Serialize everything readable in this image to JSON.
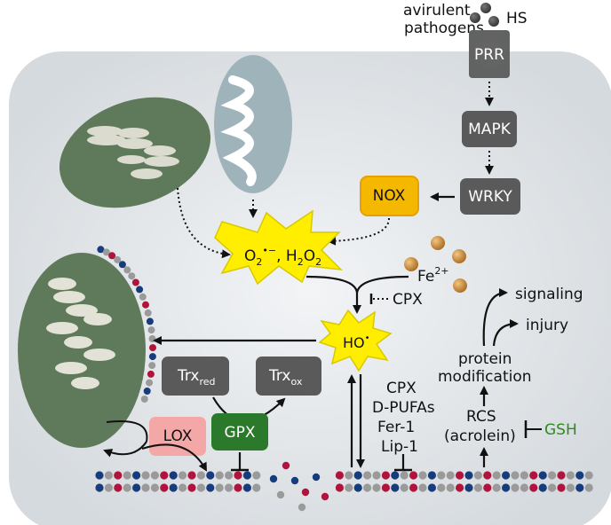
{
  "top": {
    "pathogen_line1": "avirulent",
    "pathogen_line2": "pathogens",
    "hs": "HS"
  },
  "boxes": {
    "prr": "PRR",
    "mapk": "MAPK",
    "wrky": "WRKY",
    "nox": "NOX",
    "lox": "LOX",
    "gpx": "GPX",
    "trx_red_main": "Trx",
    "trx_red_sub": "red",
    "trx_ox_main": "Trx",
    "trx_ox_sub": "ox"
  },
  "ros": {
    "o2_main": "O",
    "o2_sub": "2",
    "o2_sup": "•−",
    "sep": ", H",
    "h2o2_sub1": "2",
    "h2o2_o": "O",
    "h2o2_sub2": "2",
    "ho_main": "HO",
    "ho_sup": "•"
  },
  "fe": {
    "main": "Fe",
    "sup": "2+"
  },
  "inhibitors": {
    "cpx_top": "CPX",
    "list": [
      "CPX",
      "D-PUFAs",
      "Fer-1",
      "Lip-1"
    ],
    "gsh": "GSH"
  },
  "right_path": {
    "signaling": "signaling",
    "injury": "injury",
    "protein": "protein",
    "modification": "modification",
    "rcs": "RCS",
    "acrolein": "(acrolein)"
  },
  "colors": {
    "cell_fill": "#e6e9ec",
    "gray_box": "#5a5a5a",
    "nox_fill": "#f5b800",
    "burst_fill": "#ffee00",
    "lox_fill": "#f3a7a7",
    "gpx_fill": "#2b7a2b",
    "chloroplast": "#5f7a5a",
    "mitochondrion": "#9fb3bb",
    "lipid_red": "#b0143c",
    "lipid_blue": "#173c7c",
    "lipid_gray": "#9a9a9a",
    "gsh_green": "#2f8a1f",
    "iron": "#c78a3a"
  }
}
